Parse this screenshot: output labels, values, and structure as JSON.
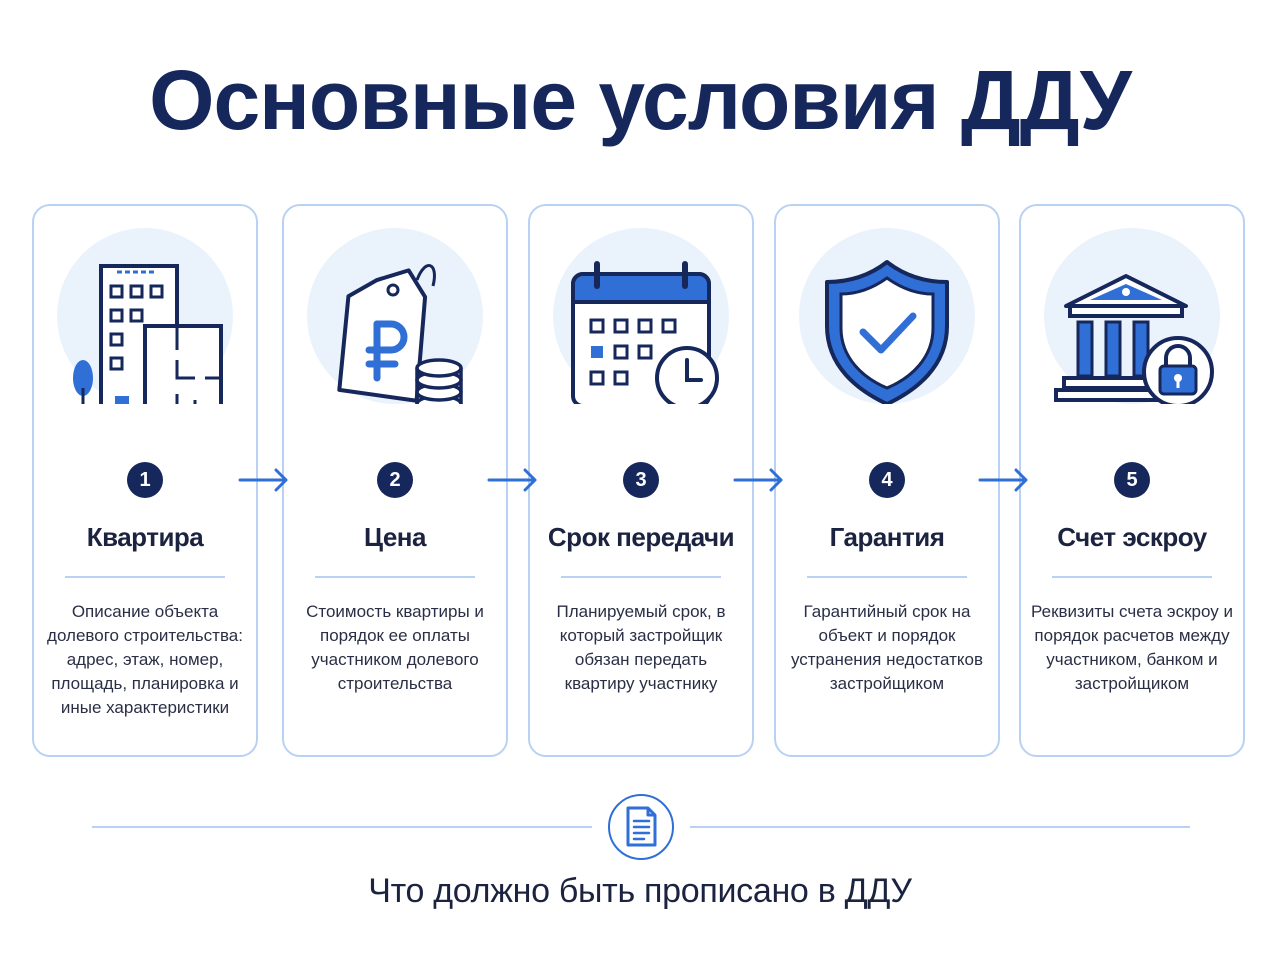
{
  "title": "Основные условия ДДУ",
  "steps": [
    {
      "number": "1",
      "title": "Квартира",
      "icon": "building-floorplan-icon",
      "description": "Описание объекта долевого строительства: адрес, этаж, номер, площадь, планировка и иные характеристики"
    },
    {
      "number": "2",
      "title": "Цена",
      "icon": "ruble-price-tag-icon",
      "description": "Стоимость квартиры и порядок ее оплаты участником долевого строительства"
    },
    {
      "number": "3",
      "title": "Срок передачи",
      "icon": "calendar-clock-icon",
      "description": "Планируемый срок, в который застройщик обязан передать квартиру участнику"
    },
    {
      "number": "4",
      "title": "Гарантия",
      "icon": "shield-check-icon",
      "description": "Гарантийный срок на объект и порядок устранения недостатков застройщиком"
    },
    {
      "number": "5",
      "title": "Счет эскроу",
      "icon": "bank-lock-icon",
      "description": "Реквизиты счета эскроу и порядок расчетов между участником, банком и застройщиком"
    }
  ],
  "footer": {
    "icon": "document-icon",
    "text": "Что должно быть прописано в ДДУ"
  },
  "colors": {
    "navy": "#16275c",
    "accent_blue": "#2f6fd6",
    "card_border": "#b9d2f3",
    "icon_bg": "#eaf2fc"
  }
}
